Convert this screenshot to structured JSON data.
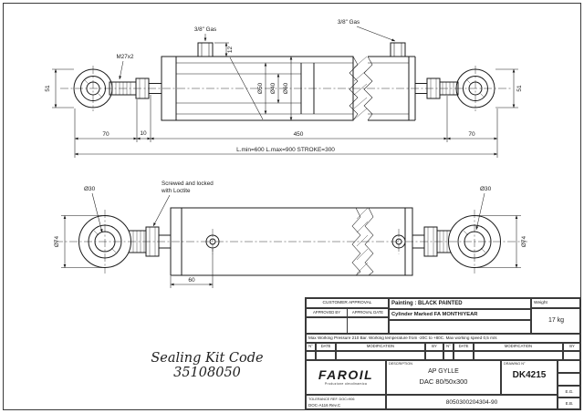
{
  "top_view": {
    "port_left_label": "3/8\" Gas",
    "port_right_label": "3/8\" Gas",
    "thread_label": "M27x2",
    "dim_port": "12",
    "dia_bore": "Ø50",
    "dia_rod": "Ø40",
    "dia_tube": "Ø60",
    "dim_eye_left": "51",
    "dim_eye_right": "51",
    "dim_seg1": "70",
    "dim_seg2": "10",
    "dim_seg3": "450",
    "dim_seg4": "70",
    "dim_overall": "L.min=600 L.max=900 STROKE=300"
  },
  "bottom_view": {
    "dia_eye_bore_left": "Ø30",
    "dia_eye_bore_right": "Ø30",
    "dia_eye_outer_left": "Ø74",
    "dia_eye_outer_right": "Ø74",
    "note_line1": "Screwed and locked",
    "note_line2": "with Loctite",
    "dim_port_offset": "60"
  },
  "sealing_note": "Sealing Kit Code 35108050",
  "title_block": {
    "customer_approval": "CUSTOMER APPROVAL",
    "approved_by": "APPROVED BY",
    "approval_date": "APPROVAL DATE",
    "painting": "Painting : BLACK PAINTED",
    "marking": "Cylinder Marked FA MONTH/YEAR",
    "weight_label": "Weight",
    "weight_value": "17 kg",
    "max_note": "Max Working Pressure 210 Bar. Working temperature from -20C to +80C.  Max working speed 0,5 m/s",
    "rev_headers": [
      "N°",
      "DATE",
      "MODIFICATION",
      "BY",
      "N°",
      "DATE",
      "MODIFICATION",
      "BY"
    ],
    "logo_text": "FAROIL",
    "logo_tagline": "Produzione oleodinamica",
    "description_label": "DESCRIPTION",
    "customer_name": "AP GYLLE",
    "model": "DAC 80/50x300",
    "drawing_no_label": "DRAWING N°",
    "drawing_no": "DK4215",
    "tolerance_ref": "TOLERANCE REF. DOC=906",
    "doc_ref": "DOC-A116 Rev.C",
    "part_code": "8050300204304-90",
    "sig_drawn": "E.G.",
    "sig_checked": "E.B."
  }
}
